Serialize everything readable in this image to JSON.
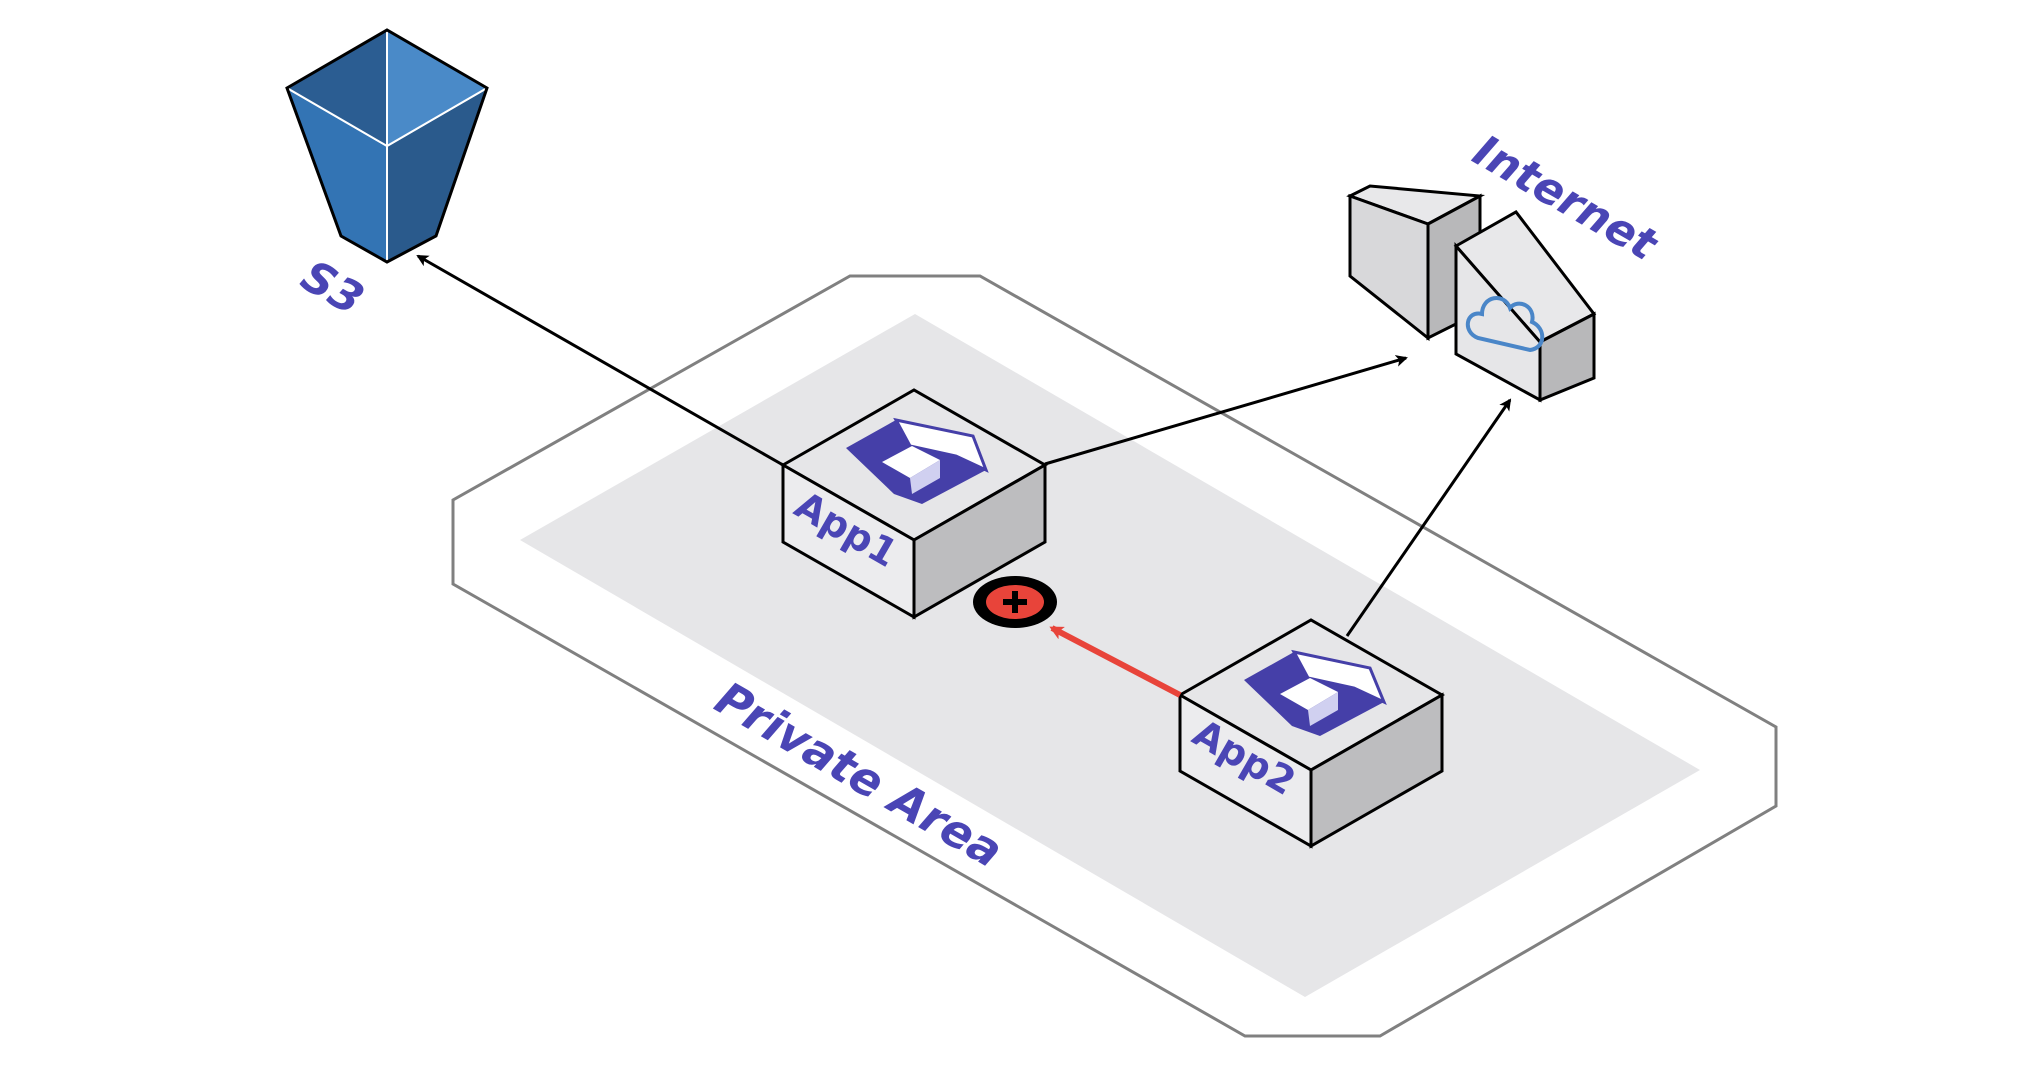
{
  "labels": {
    "s3": "S3",
    "internet": "Internet",
    "private_area": "Private Area",
    "app1": "App1",
    "app2": "App2"
  },
  "icons": {
    "s3": "s3-bucket-icon",
    "internet": "internet-gateway-icon",
    "cloud": "cloud-icon",
    "app": "app-logo-icon",
    "blocked": "blocked-connection-icon"
  },
  "connections": [
    {
      "from": "App1",
      "to": "S3",
      "status": "allowed"
    },
    {
      "from": "App1",
      "to": "Internet",
      "status": "allowed"
    },
    {
      "from": "App2",
      "to": "Internet",
      "status": "allowed"
    },
    {
      "from": "App2",
      "to": "App1",
      "status": "blocked"
    }
  ],
  "colors": {
    "label_text": "#4a45b5",
    "allowed_arrow": "#000000",
    "blocked_arrow": "#e8443a",
    "zone_fill": "#e6e6e8",
    "zone_border": "#808080",
    "s3_dark": "#2a5a8c",
    "s3_light": "#4a8ac8",
    "cloud_stroke": "#4a86c8"
  }
}
